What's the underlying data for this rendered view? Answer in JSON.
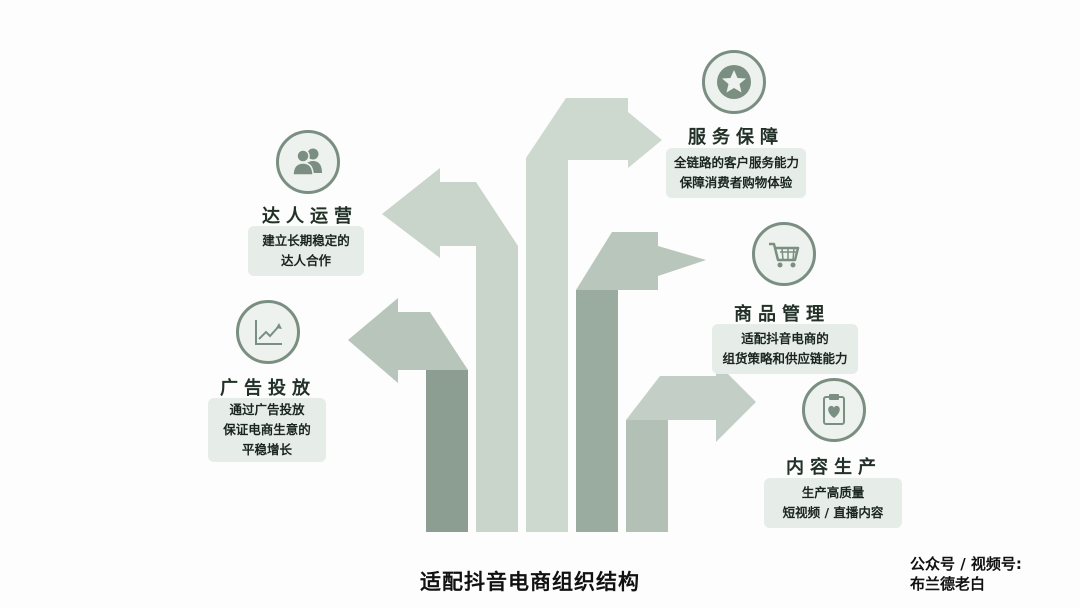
{
  "main_title": "适配抖音电商组织结构",
  "credit": {
    "line1": "公众号 / 视频号:",
    "line2": "布兰德老白"
  },
  "colors": {
    "dark_green": "#8c9e92",
    "mid_green": "#b8c6bb",
    "light_green": "#cfd9d1",
    "panel": "#e6ece7",
    "icon_border": "#7b8e82"
  },
  "items": {
    "service": {
      "icon": "star-icon",
      "title": "服务保障",
      "lines": [
        "全链路的客户服务能力",
        "保障消费者购物体验"
      ]
    },
    "influencer": {
      "icon": "people-icon",
      "title": "达人运营",
      "lines": [
        "建立长期稳定的",
        "达人合作"
      ]
    },
    "product": {
      "icon": "cart-icon",
      "title": "商品管理",
      "lines": [
        "适配抖音电商的",
        "组货策略和供应链能力"
      ]
    },
    "ads": {
      "icon": "growth-chart-icon",
      "title": "广告投放",
      "lines": [
        "通过广告投放",
        "保证电商生意的",
        "平稳增长"
      ]
    },
    "content": {
      "icon": "heart-clipboard-icon",
      "title": "内容生产",
      "lines": [
        "生产高质量",
        "短视频 / 直播内容"
      ]
    }
  }
}
